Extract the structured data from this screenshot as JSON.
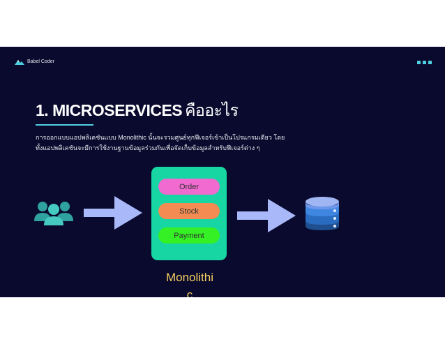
{
  "brand": {
    "name": "Babel Coder"
  },
  "slide": {
    "title_main": "1. MICROSERVICES",
    "title_thai": "คืออะไร",
    "description_line1": "การออกแบบแอปพลิเคชันแบบ Monolithic นั้นจะรวมศูนย์ทุกฟีเจอร์เข้าเป็นโปรแกรมเดียว โดย",
    "description_line2": "ทั้งแอปพลิเคชันจะมีการใช้งานฐานข้อมูลร่วมกันเพื่อจัดเก็บข้อมูลสำหรับฟีเจอร์ต่าง ๆ"
  },
  "diagram": {
    "modules": [
      "Order",
      "Stock",
      "Payment"
    ],
    "label_line1": "Monolithi",
    "label_line2": "c"
  },
  "colors": {
    "background": "#0a0a2e",
    "accent": "#4fd0e0",
    "box": "#18d6a4",
    "order": "#f06ad0",
    "stock": "#f38b52",
    "payment": "#34f024",
    "arrow": "#a9b8f8",
    "label": "#f5d060"
  },
  "icons": [
    "logo-mountain-icon",
    "menu-dots-icon",
    "users-icon",
    "arrow-right-icon",
    "database-icon"
  ]
}
